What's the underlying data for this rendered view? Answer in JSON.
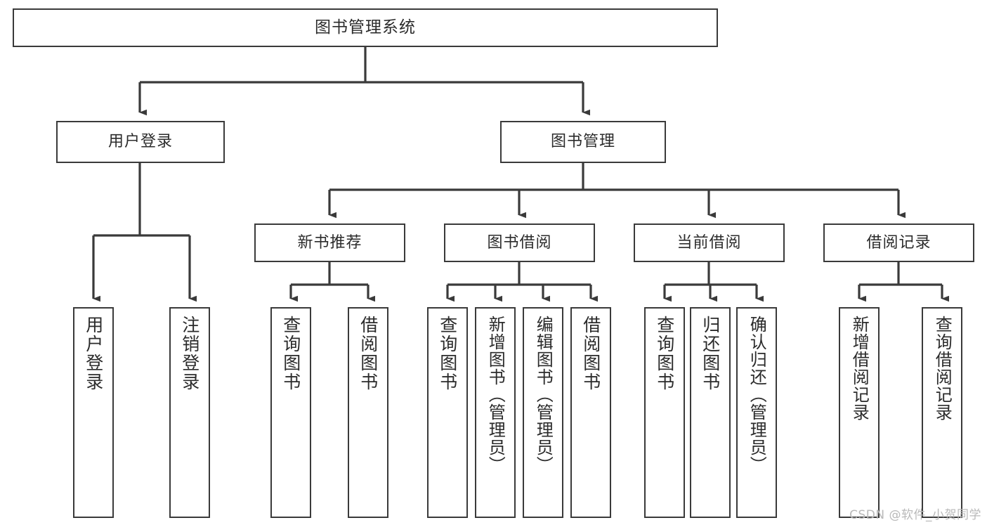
{
  "diagram": {
    "type": "tree",
    "title": "图书管理系统",
    "watermark": "CSDN @软件_小贺同学",
    "colors": {
      "box_border": "#3a3a3a",
      "box_fill": "#ffffff",
      "connector": "#3a3a3a",
      "text": "#2b2b2b",
      "watermark": "#b9b9b9",
      "background": "#ffffff"
    },
    "nodes": {
      "root": {
        "label": "图书管理系统"
      },
      "level1": [
        {
          "id": "user-login",
          "label": "用户登录"
        },
        {
          "id": "book-manage",
          "label": "图书管理"
        }
      ],
      "level2": [
        {
          "id": "new-book-rec",
          "label": "新书推荐"
        },
        {
          "id": "book-borrow",
          "label": "图书借阅"
        },
        {
          "id": "current-borrow",
          "label": "当前借阅"
        },
        {
          "id": "borrow-record",
          "label": "借阅记录"
        }
      ],
      "leaves": {
        "user-login": [
          {
            "id": "leaf-user-login",
            "label": "用户登录"
          },
          {
            "id": "leaf-user-logout",
            "label": "注销登录"
          }
        ],
        "new-book-rec": [
          {
            "id": "leaf-query-book-1",
            "label": "查询图书"
          },
          {
            "id": "leaf-borrow-book-1",
            "label": "借阅图书"
          }
        ],
        "book-borrow": [
          {
            "id": "leaf-query-book-2",
            "label": "查询图书"
          },
          {
            "id": "leaf-add-book",
            "label": "新增图书（管理员）"
          },
          {
            "id": "leaf-edit-book",
            "label": "编辑图书（管理员）"
          },
          {
            "id": "leaf-borrow-book-2",
            "label": "借阅图书"
          }
        ],
        "current-borrow": [
          {
            "id": "leaf-query-book-3",
            "label": "查询图书"
          },
          {
            "id": "leaf-return-book",
            "label": "归还图书"
          },
          {
            "id": "leaf-confirm-return",
            "label": "确认归还（管理员）"
          }
        ],
        "borrow-record": [
          {
            "id": "leaf-add-record",
            "label": "新增借阅记录"
          },
          {
            "id": "leaf-query-record",
            "label": "查询借阅记录"
          }
        ]
      }
    }
  }
}
